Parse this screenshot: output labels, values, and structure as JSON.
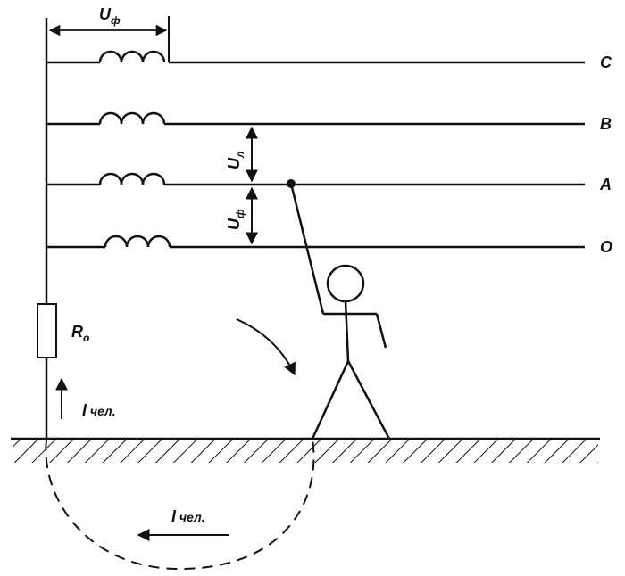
{
  "colors": {
    "ink": "#111111",
    "background": "#ffffff"
  },
  "phase_voltage_label_top": {
    "main": "U",
    "sub": "ф"
  },
  "line_voltage_label": {
    "main": "U",
    "sub": "л"
  },
  "phase_voltage_label_side": {
    "main": "U",
    "sub": "ф"
  },
  "resistor_label": {
    "main": "R",
    "sub": "o"
  },
  "current_up_label": {
    "main": "I",
    "rest": " чел."
  },
  "current_ground_label": {
    "main": "I",
    "rest": " чел."
  },
  "conductors": [
    {
      "name": "C"
    },
    {
      "name": "B"
    },
    {
      "name": "A"
    },
    {
      "name": "O"
    }
  ]
}
